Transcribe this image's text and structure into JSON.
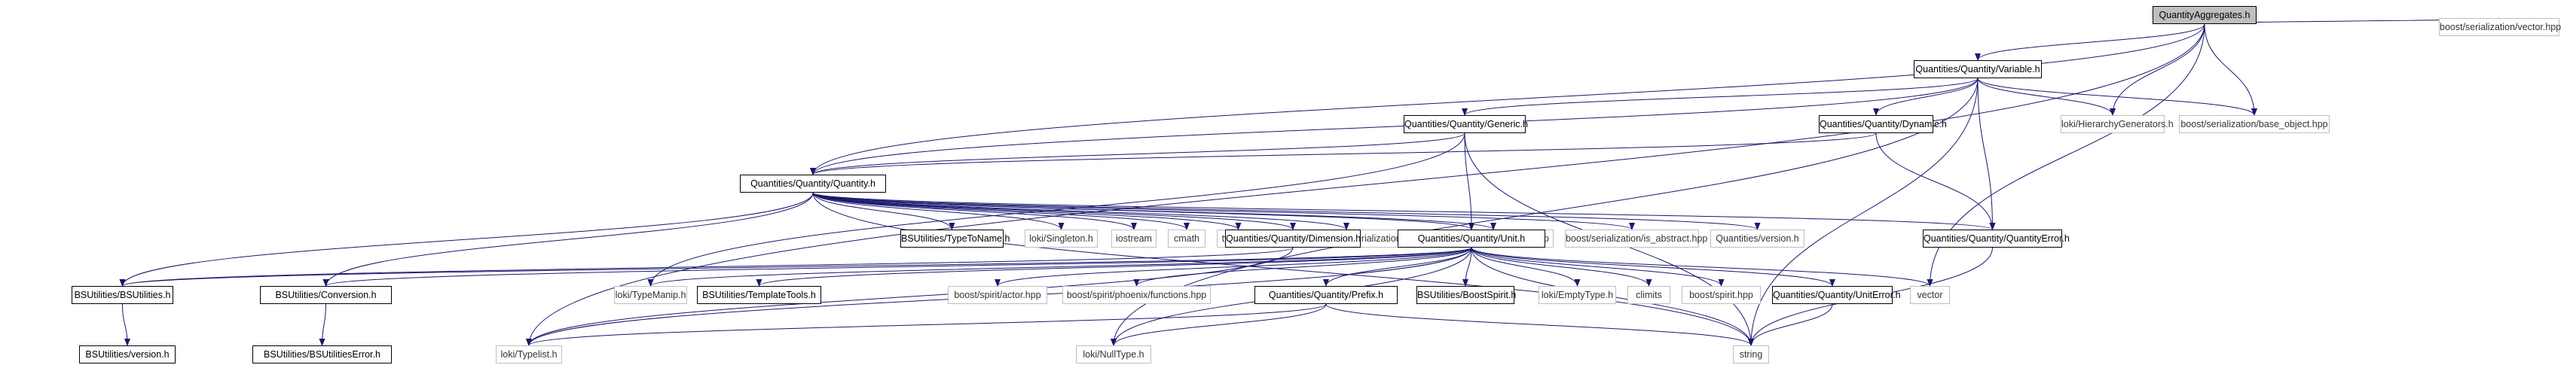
{
  "graph": {
    "nodes": [
      {
        "id": "root",
        "label": "QuantityAggregates.h",
        "kind": "root"
      },
      {
        "id": "vector_hpp",
        "label": "boost/serialization/vector.hpp",
        "kind": "ext"
      },
      {
        "id": "variable",
        "label": "Quantities/Quantity/Variable.h",
        "kind": "doc"
      },
      {
        "id": "generic",
        "label": "Quantities/Quantity/Generic.h",
        "kind": "doc"
      },
      {
        "id": "dynamic",
        "label": "Quantities/Quantity/Dynamic.h",
        "kind": "doc"
      },
      {
        "id": "hiergen",
        "label": "loki/HierarchyGenerators.h",
        "kind": "ext"
      },
      {
        "id": "baseobj",
        "label": "boost/serialization/base_object.hpp",
        "kind": "ext"
      },
      {
        "id": "quantity",
        "label": "Quantities/Quantity/Quantity.h",
        "kind": "doc"
      },
      {
        "id": "typetoname",
        "label": "BSUtilities/TypeToName.h",
        "kind": "doc"
      },
      {
        "id": "singleton",
        "label": "loki/Singleton.h",
        "kind": "ext"
      },
      {
        "id": "iostream",
        "label": "iostream",
        "kind": "ext"
      },
      {
        "id": "cmath",
        "label": "cmath",
        "kind": "ext"
      },
      {
        "id": "typeinfo",
        "label": "typeinfo",
        "kind": "ext"
      },
      {
        "id": "serialization",
        "label": "boost/serialization/serialization.hpp",
        "kind": "ext"
      },
      {
        "id": "nvp",
        "label": "boost/serialization/nvp.hpp",
        "kind": "ext"
      },
      {
        "id": "isabstract",
        "label": "boost/serialization/is_abstract.hpp",
        "kind": "ext"
      },
      {
        "id": "version",
        "label": "Quantities/version.h",
        "kind": "ext"
      },
      {
        "id": "dimension",
        "label": "Quantities/Quantity/Dimension.h",
        "kind": "doc"
      },
      {
        "id": "unit",
        "label": "Quantities/Quantity/Unit.h",
        "kind": "doc"
      },
      {
        "id": "qerror",
        "label": "Quantities/Quantity/QuantityError.h",
        "kind": "doc"
      },
      {
        "id": "bsutilities",
        "label": "BSUtilities/BSUtilities.h",
        "kind": "doc"
      },
      {
        "id": "conversion",
        "label": "BSUtilities/Conversion.h",
        "kind": "doc"
      },
      {
        "id": "typemanip",
        "label": "loki/TypeManip.h",
        "kind": "ext"
      },
      {
        "id": "templatetools",
        "label": "BSUtilities/TemplateTools.h",
        "kind": "doc"
      },
      {
        "id": "actor",
        "label": "boost/spirit/actor.hpp",
        "kind": "ext"
      },
      {
        "id": "phoenix",
        "label": "boost/spirit/phoenix/functions.hpp",
        "kind": "ext"
      },
      {
        "id": "prefix",
        "label": "Quantities/Quantity/Prefix.h",
        "kind": "doc"
      },
      {
        "id": "boostspirit",
        "label": "BSUtilities/BoostSpirit.h",
        "kind": "doc"
      },
      {
        "id": "emptytype",
        "label": "loki/EmptyType.h",
        "kind": "ext"
      },
      {
        "id": "climits",
        "label": "climits",
        "kind": "ext"
      },
      {
        "id": "spirit",
        "label": "boost/spirit.hpp",
        "kind": "ext"
      },
      {
        "id": "uniterror",
        "label": "Quantities/Quantity/UnitError.h",
        "kind": "doc"
      },
      {
        "id": "vector",
        "label": "vector",
        "kind": "ext"
      },
      {
        "id": "bsversion",
        "label": "BSUtilities/version.h",
        "kind": "doc"
      },
      {
        "id": "bserror",
        "label": "BSUtilities/BSUtilitiesError.h",
        "kind": "doc"
      },
      {
        "id": "typelist",
        "label": "loki/Typelist.h",
        "kind": "ext"
      },
      {
        "id": "nulltype",
        "label": "loki/NullType.h",
        "kind": "ext"
      },
      {
        "id": "string",
        "label": "string",
        "kind": "ext"
      }
    ],
    "edges": [
      [
        "root",
        "vector_hpp"
      ],
      [
        "root",
        "variable"
      ],
      [
        "root",
        "hiergen"
      ],
      [
        "root",
        "baseobj"
      ],
      [
        "root",
        "vector"
      ],
      [
        "root",
        "quantity"
      ],
      [
        "root",
        "typelist"
      ],
      [
        "variable",
        "generic"
      ],
      [
        "variable",
        "dynamic"
      ],
      [
        "variable",
        "hiergen"
      ],
      [
        "variable",
        "baseobj"
      ],
      [
        "variable",
        "quantity"
      ],
      [
        "variable",
        "qerror"
      ],
      [
        "variable",
        "nulltype"
      ],
      [
        "variable",
        "string"
      ],
      [
        "generic",
        "quantity"
      ],
      [
        "generic",
        "unit"
      ],
      [
        "generic",
        "typemanip"
      ],
      [
        "generic",
        "string"
      ],
      [
        "dynamic",
        "quantity"
      ],
      [
        "dynamic",
        "qerror"
      ],
      [
        "quantity",
        "typetoname"
      ],
      [
        "quantity",
        "singleton"
      ],
      [
        "quantity",
        "iostream"
      ],
      [
        "quantity",
        "cmath"
      ],
      [
        "quantity",
        "typeinfo"
      ],
      [
        "quantity",
        "serialization"
      ],
      [
        "quantity",
        "nvp"
      ],
      [
        "quantity",
        "isabstract"
      ],
      [
        "quantity",
        "version"
      ],
      [
        "quantity",
        "dimension"
      ],
      [
        "quantity",
        "unit"
      ],
      [
        "quantity",
        "qerror"
      ],
      [
        "quantity",
        "bsutilities"
      ],
      [
        "quantity",
        "conversion"
      ],
      [
        "quantity",
        "string"
      ],
      [
        "dimension",
        "bsutilities"
      ],
      [
        "dimension",
        "typelist"
      ],
      [
        "unit",
        "bsutilities"
      ],
      [
        "unit",
        "conversion"
      ],
      [
        "unit",
        "typemanip"
      ],
      [
        "unit",
        "templatetools"
      ],
      [
        "unit",
        "actor"
      ],
      [
        "unit",
        "phoenix"
      ],
      [
        "unit",
        "prefix"
      ],
      [
        "unit",
        "boostspirit"
      ],
      [
        "unit",
        "emptytype"
      ],
      [
        "unit",
        "climits"
      ],
      [
        "unit",
        "spirit"
      ],
      [
        "unit",
        "uniterror"
      ],
      [
        "unit",
        "vector"
      ],
      [
        "unit",
        "typelist"
      ],
      [
        "unit",
        "nulltype"
      ],
      [
        "unit",
        "string"
      ],
      [
        "prefix",
        "typelist"
      ],
      [
        "prefix",
        "nulltype"
      ],
      [
        "prefix",
        "string"
      ],
      [
        "uniterror",
        "string"
      ],
      [
        "qerror",
        "string"
      ],
      [
        "bsutilities",
        "bsversion"
      ],
      [
        "conversion",
        "bserror"
      ]
    ]
  }
}
